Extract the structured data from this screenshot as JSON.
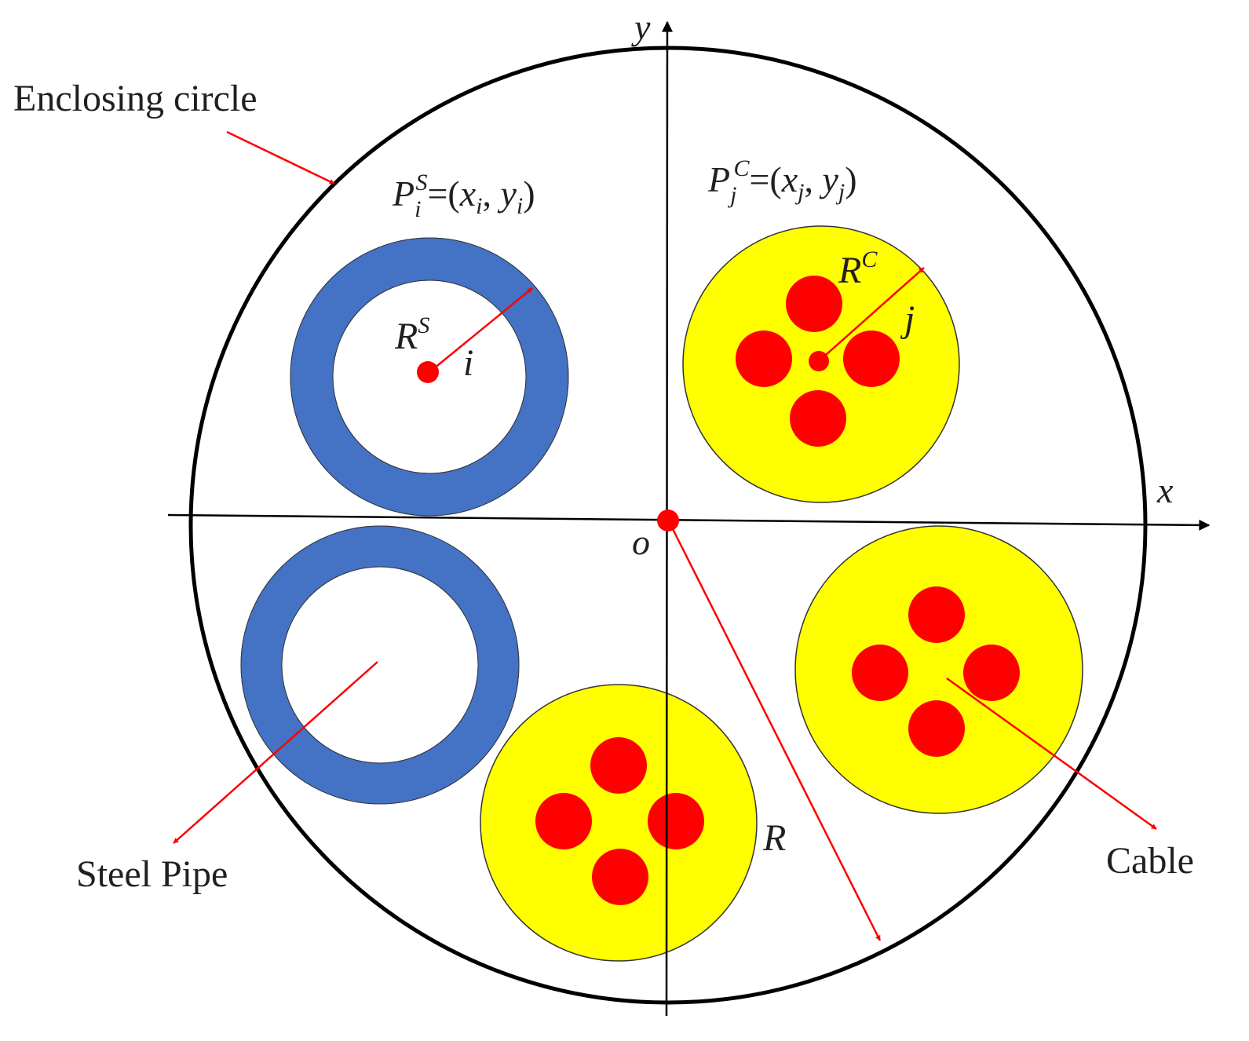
{
  "colors": {
    "outline": "#000000",
    "arrow": "#ff0000",
    "steel_pipe": "#4472c4",
    "cable_sheath": "#ffff00",
    "conductor": "#ff0000",
    "background": "#ffffff"
  },
  "axes": {
    "x_label": "x",
    "y_label": "y",
    "origin_label": "o"
  },
  "labels": {
    "enclosing_circle": "Enclosing circle",
    "steel_pipe": "Steel Pipe",
    "cable": "Cable",
    "outer_radius": "R"
  },
  "steel_pipe_point": {
    "P": "P",
    "i_sub": "i",
    "S_sup": "S",
    "eq_open": "=(",
    "x": "x",
    "comma": ", ",
    "y": "y",
    "close": ")",
    "radius_R": "R",
    "radius_sup": "S",
    "center_label": "i"
  },
  "cable_point": {
    "P": "P",
    "j_sub": "j",
    "C_sup": "C",
    "eq_open": "=(",
    "x": "x",
    "comma": ", ",
    "y": "y",
    "close": ")",
    "radius_R": "R",
    "radius_sup": "C",
    "center_label": "j"
  },
  "icons": {
    "arrowhead": "arrowhead-icon"
  }
}
